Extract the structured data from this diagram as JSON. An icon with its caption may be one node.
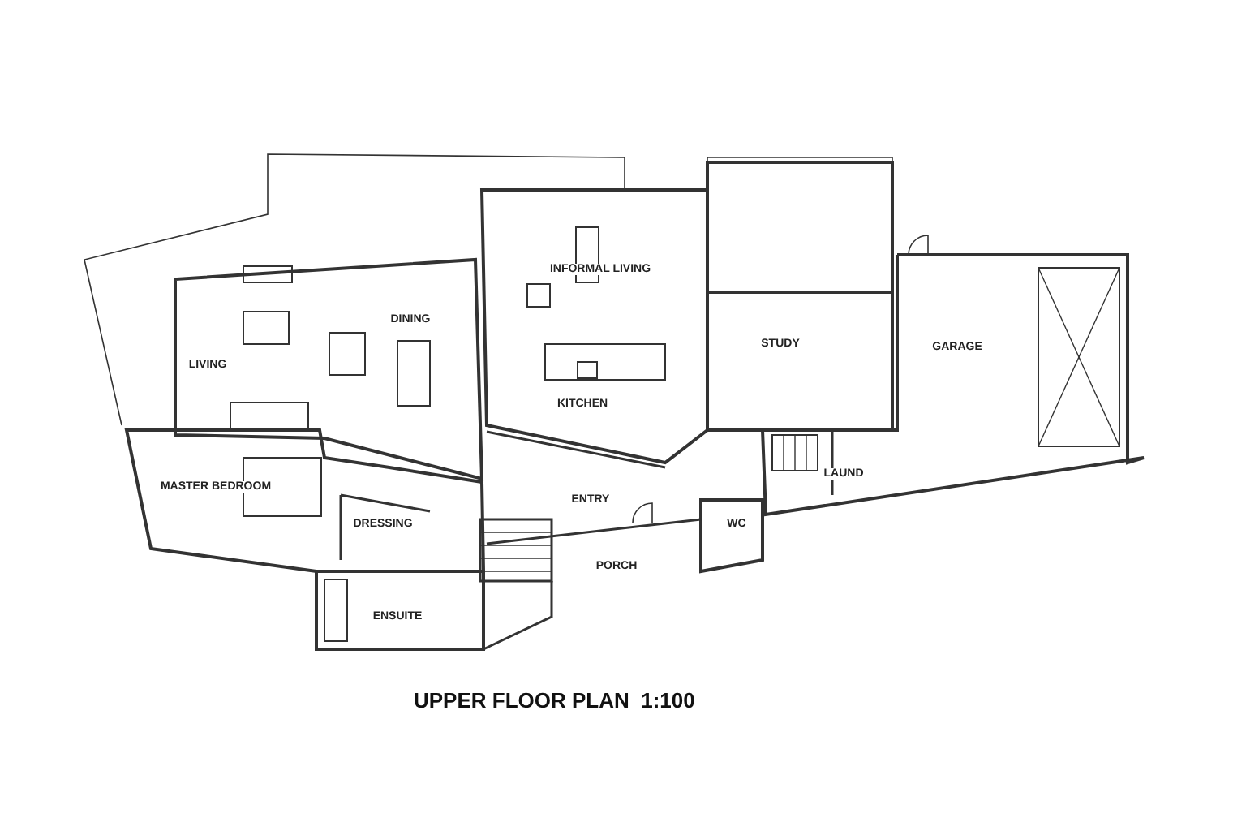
{
  "diagram": {
    "title": "UPPER FLOOR PLAN  1:100",
    "labels": [
      "INFORMAL LIVING",
      "DINING",
      "STUDY",
      "GARAGE",
      "LIVING",
      "KITCHEN",
      "LAUND",
      "MASTER BEDROOM",
      "ENTRY",
      "DRESSING",
      "WC",
      "PORCH",
      "ENSUITE"
    ]
  }
}
